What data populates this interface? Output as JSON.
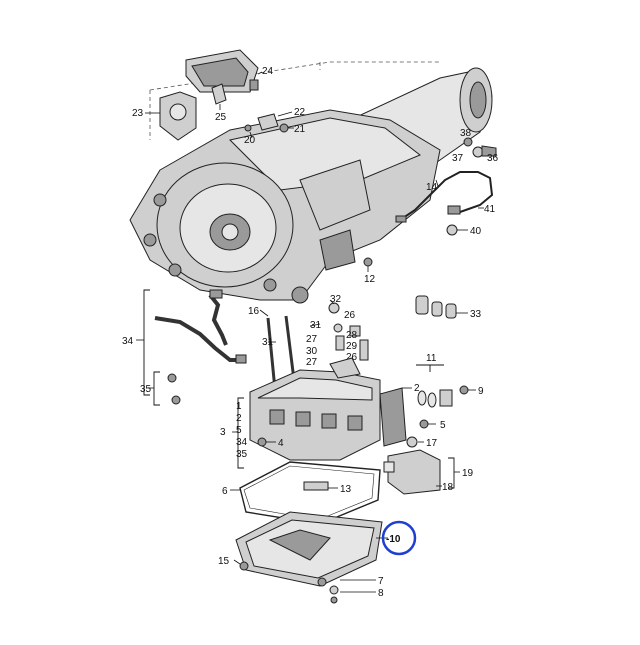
{
  "diagram": {
    "part_numbers": {
      "p24": "24",
      "p23": "23",
      "p25": "25",
      "p22": "22",
      "p21": "21",
      "p20": "20",
      "p38": "38",
      "p37": "37",
      "p36": "36",
      "p14": "14",
      "p41": "41",
      "p40": "40",
      "p12": "12",
      "p32": "32",
      "p16": "16",
      "p31a": "31",
      "p26a": "26",
      "p33": "33",
      "p34": "34",
      "p31b": "31",
      "p27a": "27",
      "p30": "30",
      "p27b": "27",
      "p28": "28",
      "p29": "29",
      "p26b": "26",
      "p11": "11",
      "p35": "35",
      "p2": "2",
      "p9": "9",
      "p3": "3",
      "p5": "5",
      "p17": "17",
      "p4": "4",
      "p19": "19",
      "p18": "18",
      "p6": "6",
      "p13": "13",
      "p10": "-10",
      "p15": "15",
      "p7": "7",
      "p8": "8"
    },
    "bracket_lists": {
      "group3": [
        "1",
        "2",
        "5",
        "34",
        "35"
      ]
    },
    "highlight_color": "#1f3fd1"
  }
}
